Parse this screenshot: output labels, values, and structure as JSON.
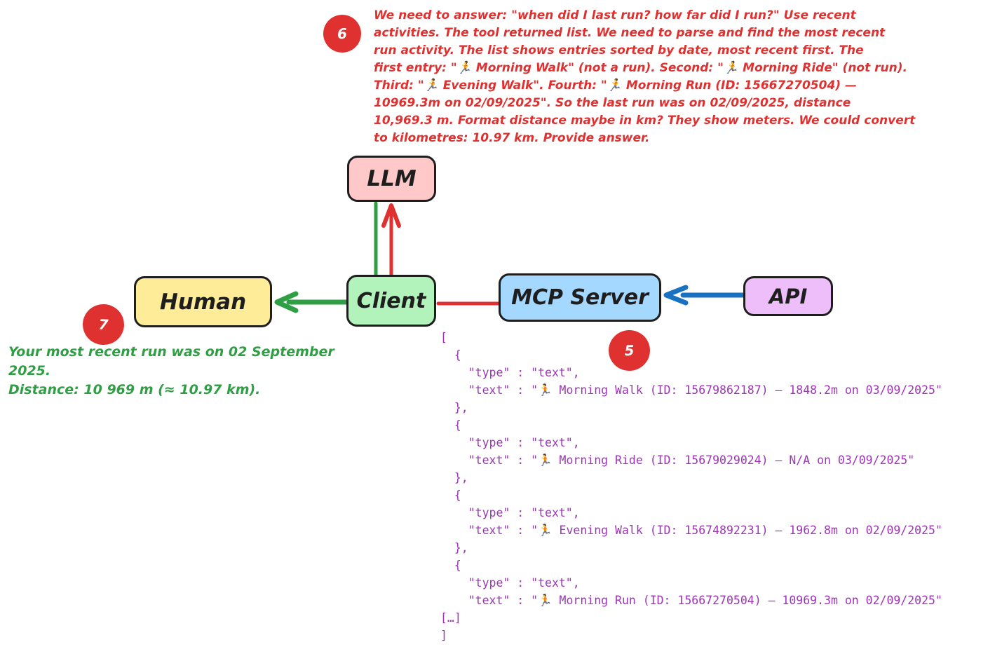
{
  "colors": {
    "red": "#e03131",
    "green": "#2f9e44",
    "blue": "#1971c2",
    "purple": "#9c36b5",
    "ink": "#1e1e1e",
    "fill_pink": "#ffc9c9",
    "fill_yellow": "#ffec99",
    "fill_green": "#b2f2bb",
    "fill_blue": "#a5d8ff",
    "fill_violet": "#eebefa"
  },
  "nodes": {
    "llm": {
      "label": "LLM"
    },
    "human": {
      "label": "Human"
    },
    "client": {
      "label": "Client"
    },
    "mcp_server": {
      "label": "MCP Server"
    },
    "api": {
      "label": "API"
    }
  },
  "steps": {
    "reasoning": {
      "badge": "6",
      "text": "We need to answer: \"when did I last run? how far did I run?\" Use recent\nactivities. The tool returned list. We need to parse and find the most recent\nrun activity. The list shows entries sorted by date, most recent first. The\nfirst entry: \"🏃 Morning Walk\" (not a run). Second: \"🏃 Morning Ride\" (not run).\nThird: \"🏃 Evening Walk\". Fourth: \"🏃 Morning Run (ID: 15667270504) —\n10969.3m on 02/09/2025\". So the last run was on 02/09/2025, distance\n10,969.3 m. Format distance maybe in km? They show meters. We could convert\nto kilometres: 10.97 km. Provide answer."
    },
    "answer": {
      "badge": "7",
      "text": "Your most recent run was on 02 September 2025.\nDistance: 10 969 m (≈ 10.97 km)."
    },
    "tool_result": {
      "badge": "5",
      "raw": "[\n  {\n    \"type\" : \"text\",\n    \"text\" : \"🏃 Morning Walk (ID: 15679862187) – 1848.2m on 03/09/2025\"\n  },\n  {\n    \"type\" : \"text\",\n    \"text\" : \"🏃 Morning Ride (ID: 15679029024) – N/A on 03/09/2025\"\n  },\n  {\n    \"type\" : \"text\",\n    \"text\" : \"🏃 Evening Walk (ID: 15674892231) – 1962.8m on 02/09/2025\"\n  },\n  {\n    \"type\" : \"text\",\n    \"text\" : \"🏃 Morning Run (ID: 15667270504) – 10969.3m on 02/09/2025\"\n[…]\n]",
      "entries": [
        {
          "type": "text",
          "text": "🏃 Morning Walk (ID: 15679862187) – 1848.2m on 03/09/2025"
        },
        {
          "type": "text",
          "text": "🏃 Morning Ride (ID: 15679029024) – N/A on 03/09/2025"
        },
        {
          "type": "text",
          "text": "🏃 Evening Walk (ID: 15674892231) – 1962.8m on 02/09/2025"
        },
        {
          "type": "text",
          "text": "🏃 Morning Run (ID: 15667270504) – 10969.3m on 02/09/2025"
        }
      ]
    }
  }
}
